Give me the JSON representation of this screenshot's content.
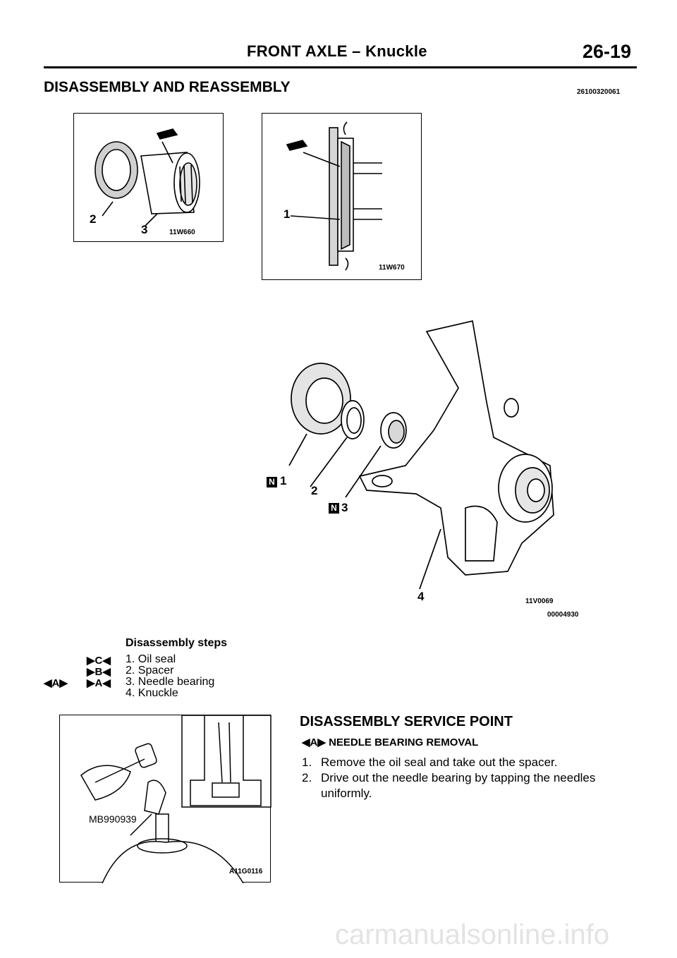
{
  "header": {
    "title": "FRONT AXLE – Knuckle",
    "page_number": "26-19"
  },
  "section": {
    "title": "DISASSEMBLY AND REASSEMBLY",
    "code": "26100320061"
  },
  "figure_top_left": {
    "code": "11W660",
    "callouts": [
      "2",
      "3"
    ]
  },
  "figure_top_right": {
    "code": "11W670",
    "callouts": [
      "1"
    ]
  },
  "figure_main": {
    "code": "11V0069",
    "subcode": "00004930",
    "callouts": [
      "1",
      "2",
      "3",
      "4"
    ],
    "new_part_mark": "N"
  },
  "disassembly_steps": {
    "title": "Disassembly steps",
    "items": [
      {
        "label": "1. Oil seal",
        "marks": [
          "▶C◀"
        ]
      },
      {
        "label": "2. Spacer",
        "marks": [
          "▶B◀"
        ]
      },
      {
        "label": "3. Needle bearing",
        "marks": [
          "◀A▶",
          "▶A◀"
        ]
      },
      {
        "label": "4. Knuckle",
        "marks": []
      }
    ]
  },
  "figure_service": {
    "tool_label": "MB990939",
    "code": "A11G0116"
  },
  "service_point": {
    "title": "DISASSEMBLY SERVICE POINT",
    "subtitle_mark": "◀A▶",
    "subtitle": "NEEDLE BEARING REMOVAL",
    "steps": [
      {
        "num": "1.",
        "text": "Remove the oil seal and take out the spacer."
      },
      {
        "num": "2.",
        "text": "Drive out the needle bearing by tapping the needles"
      },
      {
        "num": "",
        "text": "uniformly."
      }
    ]
  },
  "watermark": "carmanualsonline.info"
}
